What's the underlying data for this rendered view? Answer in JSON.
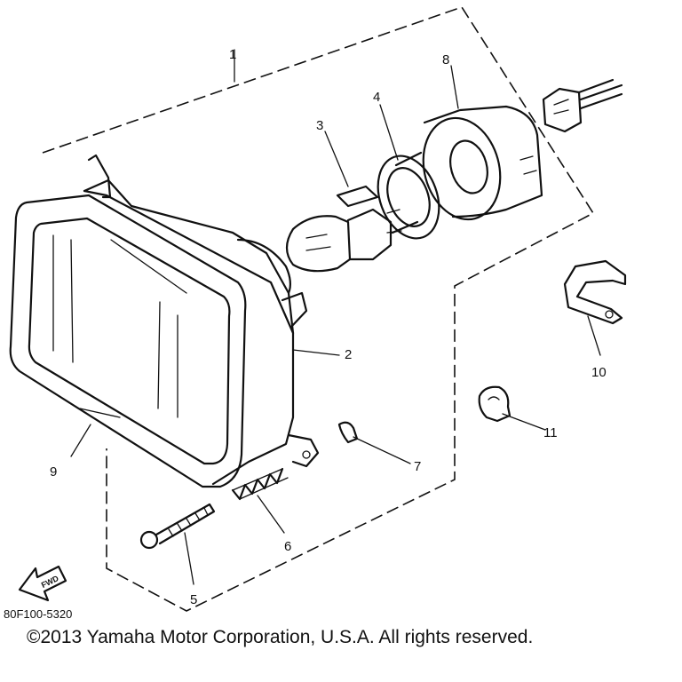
{
  "diagram_code": "80F100-5320",
  "forward_marker": "FWD",
  "copyright": "©2013 Yamaha Motor Corporation, U.S.A. All rights reserved.",
  "callouts": [
    {
      "id": "1",
      "label": "1"
    },
    {
      "id": "2",
      "label": "2"
    },
    {
      "id": "3",
      "label": "3"
    },
    {
      "id": "4",
      "label": "4"
    },
    {
      "id": "5",
      "label": "5"
    },
    {
      "id": "6",
      "label": "6"
    },
    {
      "id": "7",
      "label": "7"
    },
    {
      "id": "8",
      "label": "8"
    },
    {
      "id": "9",
      "label": "9"
    },
    {
      "id": "10",
      "label": "10"
    },
    {
      "id": "11",
      "label": "11"
    }
  ]
}
